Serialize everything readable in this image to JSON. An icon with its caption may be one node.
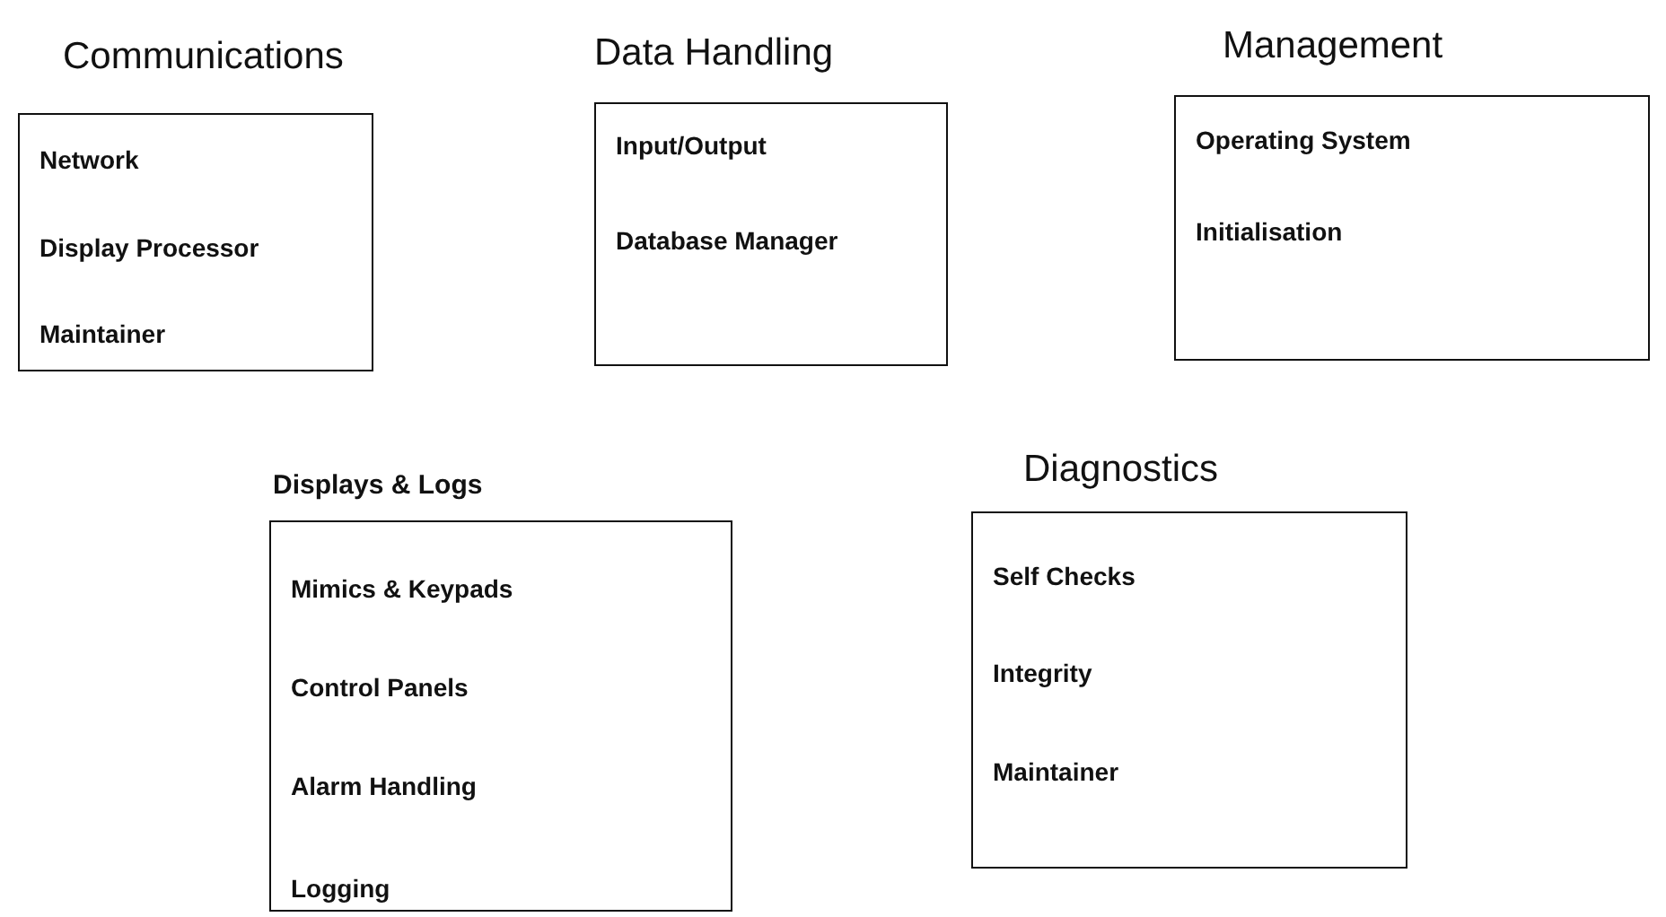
{
  "diagram": {
    "nodes": [
      {
        "text": [
          "Communications",
          "Network",
          "Display Processor",
          "Maintainer"
        ]
      },
      {
        "text": [
          "Data Handling",
          "Input/Output",
          "Database Manager"
        ]
      },
      {
        "text": [
          "Management",
          "Operating System",
          "Initialisation"
        ]
      },
      {
        "text": [
          "Displays & Logs",
          "Mimics & Keypads",
          "Control Panels",
          "Alarm Handling",
          "Logging"
        ]
      },
      {
        "text": [
          "Diagnostics",
          "Self Checks",
          "Integrity",
          "Maintainer"
        ]
      }
    ]
  }
}
